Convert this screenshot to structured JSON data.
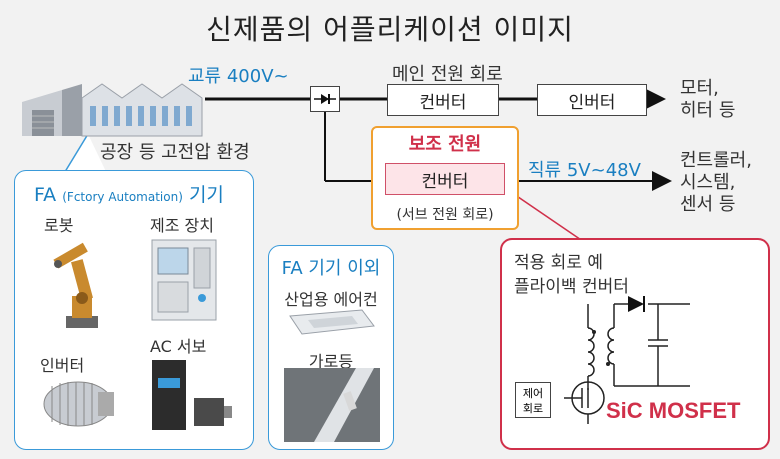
{
  "title": "신제품의 어플리케이션 이미지",
  "ac_label": "교류 400V~",
  "factory_label": "공장 등 고전압 환경",
  "main_power_label": "메인 전원 회로",
  "converter_main": "컨버터",
  "inverter_main": "인버터",
  "output_motor": [
    "모터,",
    "히터 등"
  ],
  "aux_power_title": "보조 전원",
  "converter_aux": "컨버터",
  "aux_sub_label": "(서브 전원 회로)",
  "dc_label": "직류 5V~48V",
  "output_controller": [
    "컨트롤러,",
    "시스템,",
    "센서 등"
  ],
  "fa_panel": {
    "title_prefix": "FA",
    "title_small": "(Fctory Automation)",
    "title_suffix": "기기",
    "items": [
      "로봇",
      "제조 장치",
      "인버터",
      "AC 서보"
    ]
  },
  "fa_other_panel": {
    "title": "FA 기기 이외",
    "items": [
      "산업용 에어컨",
      "가로등"
    ]
  },
  "example_panel": {
    "line1": "적용 회로 예",
    "line2": "플라이백 컨버터",
    "control_label": [
      "제어",
      "회로"
    ],
    "device": "SiC MOSFET"
  },
  "colors": {
    "accent_blue": "#1a7fc1",
    "aux_orange": "#f0a030",
    "sic_red": "#d0304a"
  }
}
